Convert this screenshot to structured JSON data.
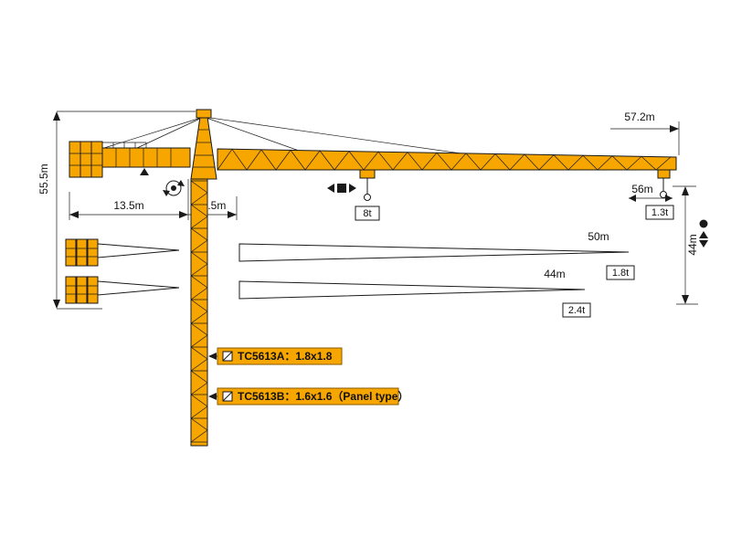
{
  "colors": {
    "crane": "#F7A600",
    "line": "#1a1a1a"
  },
  "dims": {
    "total_height": "55.5m",
    "counter_radius": "13.5m",
    "rear_offset": "2.5m",
    "max_radius": "57.2m",
    "tip_radius": "56m",
    "lift_height": "44m"
  },
  "loads": {
    "mid": "8t",
    "tip": "1.3t"
  },
  "jib_options": [
    {
      "length": "50m",
      "tip_load": "1.8t"
    },
    {
      "length": "44m",
      "tip_load": "2.4t"
    }
  ],
  "mast_labels": [
    {
      "text": "TC5613A：1.8x1.8"
    },
    {
      "text": "TC5613B：1.6x1.6（Panel type）"
    }
  ]
}
